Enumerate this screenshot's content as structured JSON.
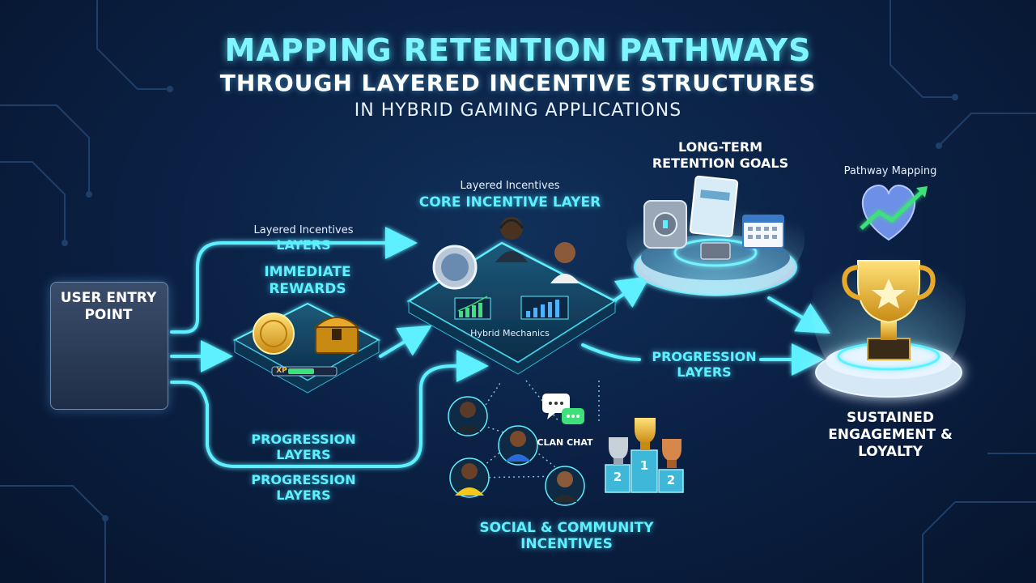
{
  "title": {
    "line1": "MAPPING RETENTION PATHWAYS",
    "line2": "THROUGH LAYERED INCENTIVE STRUCTURES",
    "line3": "IN HYBRID GAMING APPLICATIONS"
  },
  "nodes": {
    "entry": {
      "label": "USER ENTRY POINT"
    },
    "immediate": {
      "label": "IMMEDIATE REWARDS",
      "xp_label": "XP"
    },
    "core": {
      "caption": "Layered Incentives",
      "label": "CORE INCENTIVE LAYER",
      "sub_label": "Hybrid Mechanics"
    },
    "long_term": {
      "label": "LONG-TERM RETENTION GOALS"
    },
    "pathway": {
      "caption": "Pathway Mapping"
    },
    "sustained": {
      "label": "SUSTAINED ENGAGEMENT & LOYALTY"
    },
    "social": {
      "label": "SOCIAL & COMMUNITY INCENTIVES",
      "chat_label": "CLAN CHAT",
      "podium": [
        "2",
        "1",
        "2"
      ]
    }
  },
  "edges": {
    "layers_caption": "Layered Incentives",
    "layers": "LAYERS",
    "progression_a": "PROGRESSION LAYERS",
    "progression_b": "PROGRESSION LAYERS",
    "progression_right": "PROGRESSION LAYERS"
  },
  "colors": {
    "accent_cyan": "#5ef0ff",
    "background": "#0b2145",
    "gold": "#f5c542",
    "green": "#3ee07a"
  }
}
